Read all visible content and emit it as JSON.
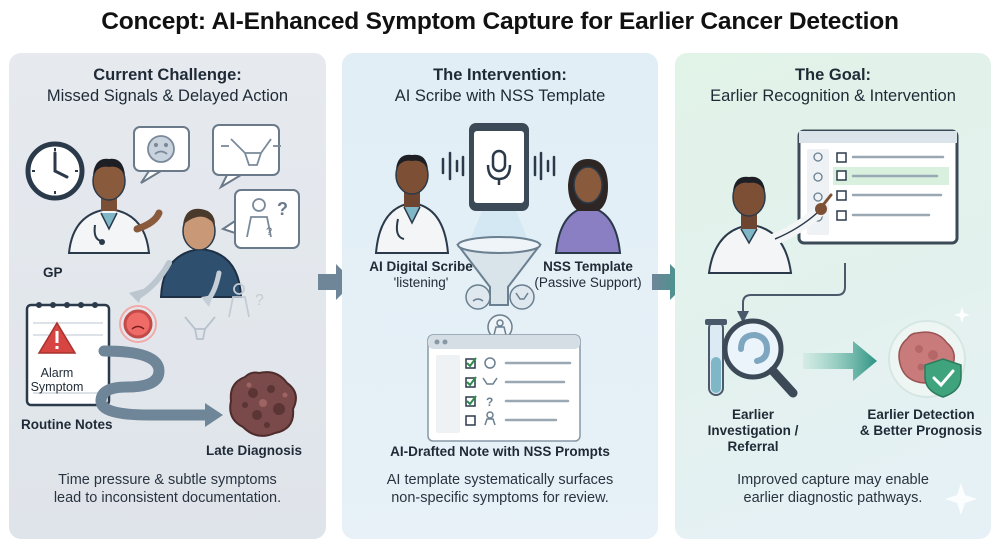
{
  "title": "Concept: AI-Enhanced Symptom Capture for Earlier Cancer Detection",
  "panels": [
    {
      "heading": "Current Challenge:",
      "subheading": "Missed Signals & Delayed Action",
      "labels": {
        "gp": "GP",
        "alarm_line1": "Alarm",
        "alarm_line2": "Symptom",
        "routine_notes": "Routine Notes",
        "late_diagnosis": "Late Diagnosis"
      },
      "caption_line1": "Time pressure & subtle symptoms",
      "caption_line2": "lead to inconsistent documentation."
    },
    {
      "heading": "The Intervention:",
      "subheading": "AI Scribe with NSS Template",
      "labels": {
        "scribe_line1": "AI Digital Scribe",
        "scribe_line2": "'listening'",
        "template_line1": "NSS Template",
        "template_line2": "(Passive Support)",
        "drafted_note": "AI-Drafted Note with NSS Prompts"
      },
      "caption_line1": "AI template systematically surfaces",
      "caption_line2": "non-specific symptoms for review."
    },
    {
      "heading": "The Goal:",
      "subheading": "Earlier Recognition & Intervention",
      "labels": {
        "investigation_line1": "Earlier",
        "investigation_line2": "Investigation /",
        "investigation_line3": "Referral",
        "detection_line1": "Earlier Detection",
        "detection_line2": "& Better Prognosis"
      },
      "caption_line1": "Improved capture may enable",
      "caption_line2": "earlier diagnostic pathways."
    }
  ],
  "colors": {
    "panel1_bg": "#e3e8ed",
    "panel2_bg": "#e3eff6",
    "panel3_bg": "#e3f2ea",
    "arrow_grey": "#6f8598",
    "arrow_green": "#3a9a8a",
    "alarm_red": "#d64541",
    "shield_green": "#3fa37e"
  },
  "icons": [
    "clock-icon",
    "doctor-icon",
    "patient-icon",
    "speech-bubble-icon",
    "notepad-icon",
    "warning-icon",
    "tumor-icon",
    "tablet-icon",
    "microphone-icon",
    "funnel-icon",
    "checklist-icon",
    "monitor-icon",
    "magnifier-icon",
    "test-tube-icon",
    "shield-check-icon",
    "arrow-icon"
  ]
}
